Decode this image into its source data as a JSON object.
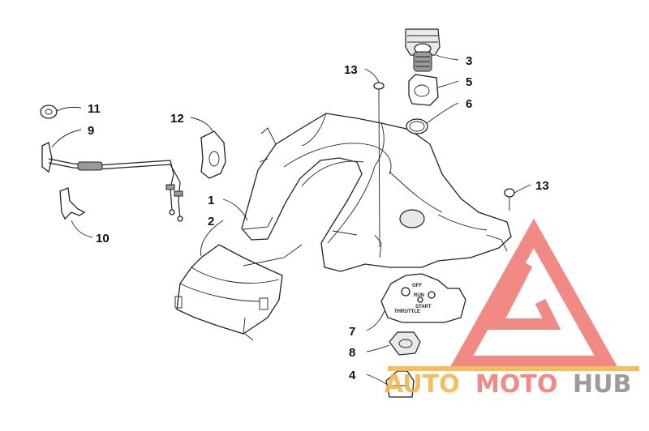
{
  "diagram": {
    "callouts": [
      {
        "id": "c1",
        "text": "1"
      },
      {
        "id": "c2",
        "text": "2"
      },
      {
        "id": "c3",
        "text": "3"
      },
      {
        "id": "c4",
        "text": "4"
      },
      {
        "id": "c5",
        "text": "5"
      },
      {
        "id": "c6",
        "text": "6"
      },
      {
        "id": "c7",
        "text": "7"
      },
      {
        "id": "c8",
        "text": "8"
      },
      {
        "id": "c9",
        "text": "9"
      },
      {
        "id": "c10",
        "text": "10"
      },
      {
        "id": "c11",
        "text": "11"
      },
      {
        "id": "c12",
        "text": "12"
      },
      {
        "id": "c13a",
        "text": "13"
      },
      {
        "id": "c13b",
        "text": "13"
      }
    ],
    "switch_panel": {
      "off": "OFF",
      "run": "RUN",
      "start": "START",
      "throttle": "THROTTLE"
    }
  },
  "watermark": {
    "auto": "AUTO",
    "moto": "MOTO",
    "hub": "HUB",
    "colors": {
      "red": "#f07b75",
      "gold": "#f3b54a",
      "gray": "#8f8f8f"
    }
  }
}
